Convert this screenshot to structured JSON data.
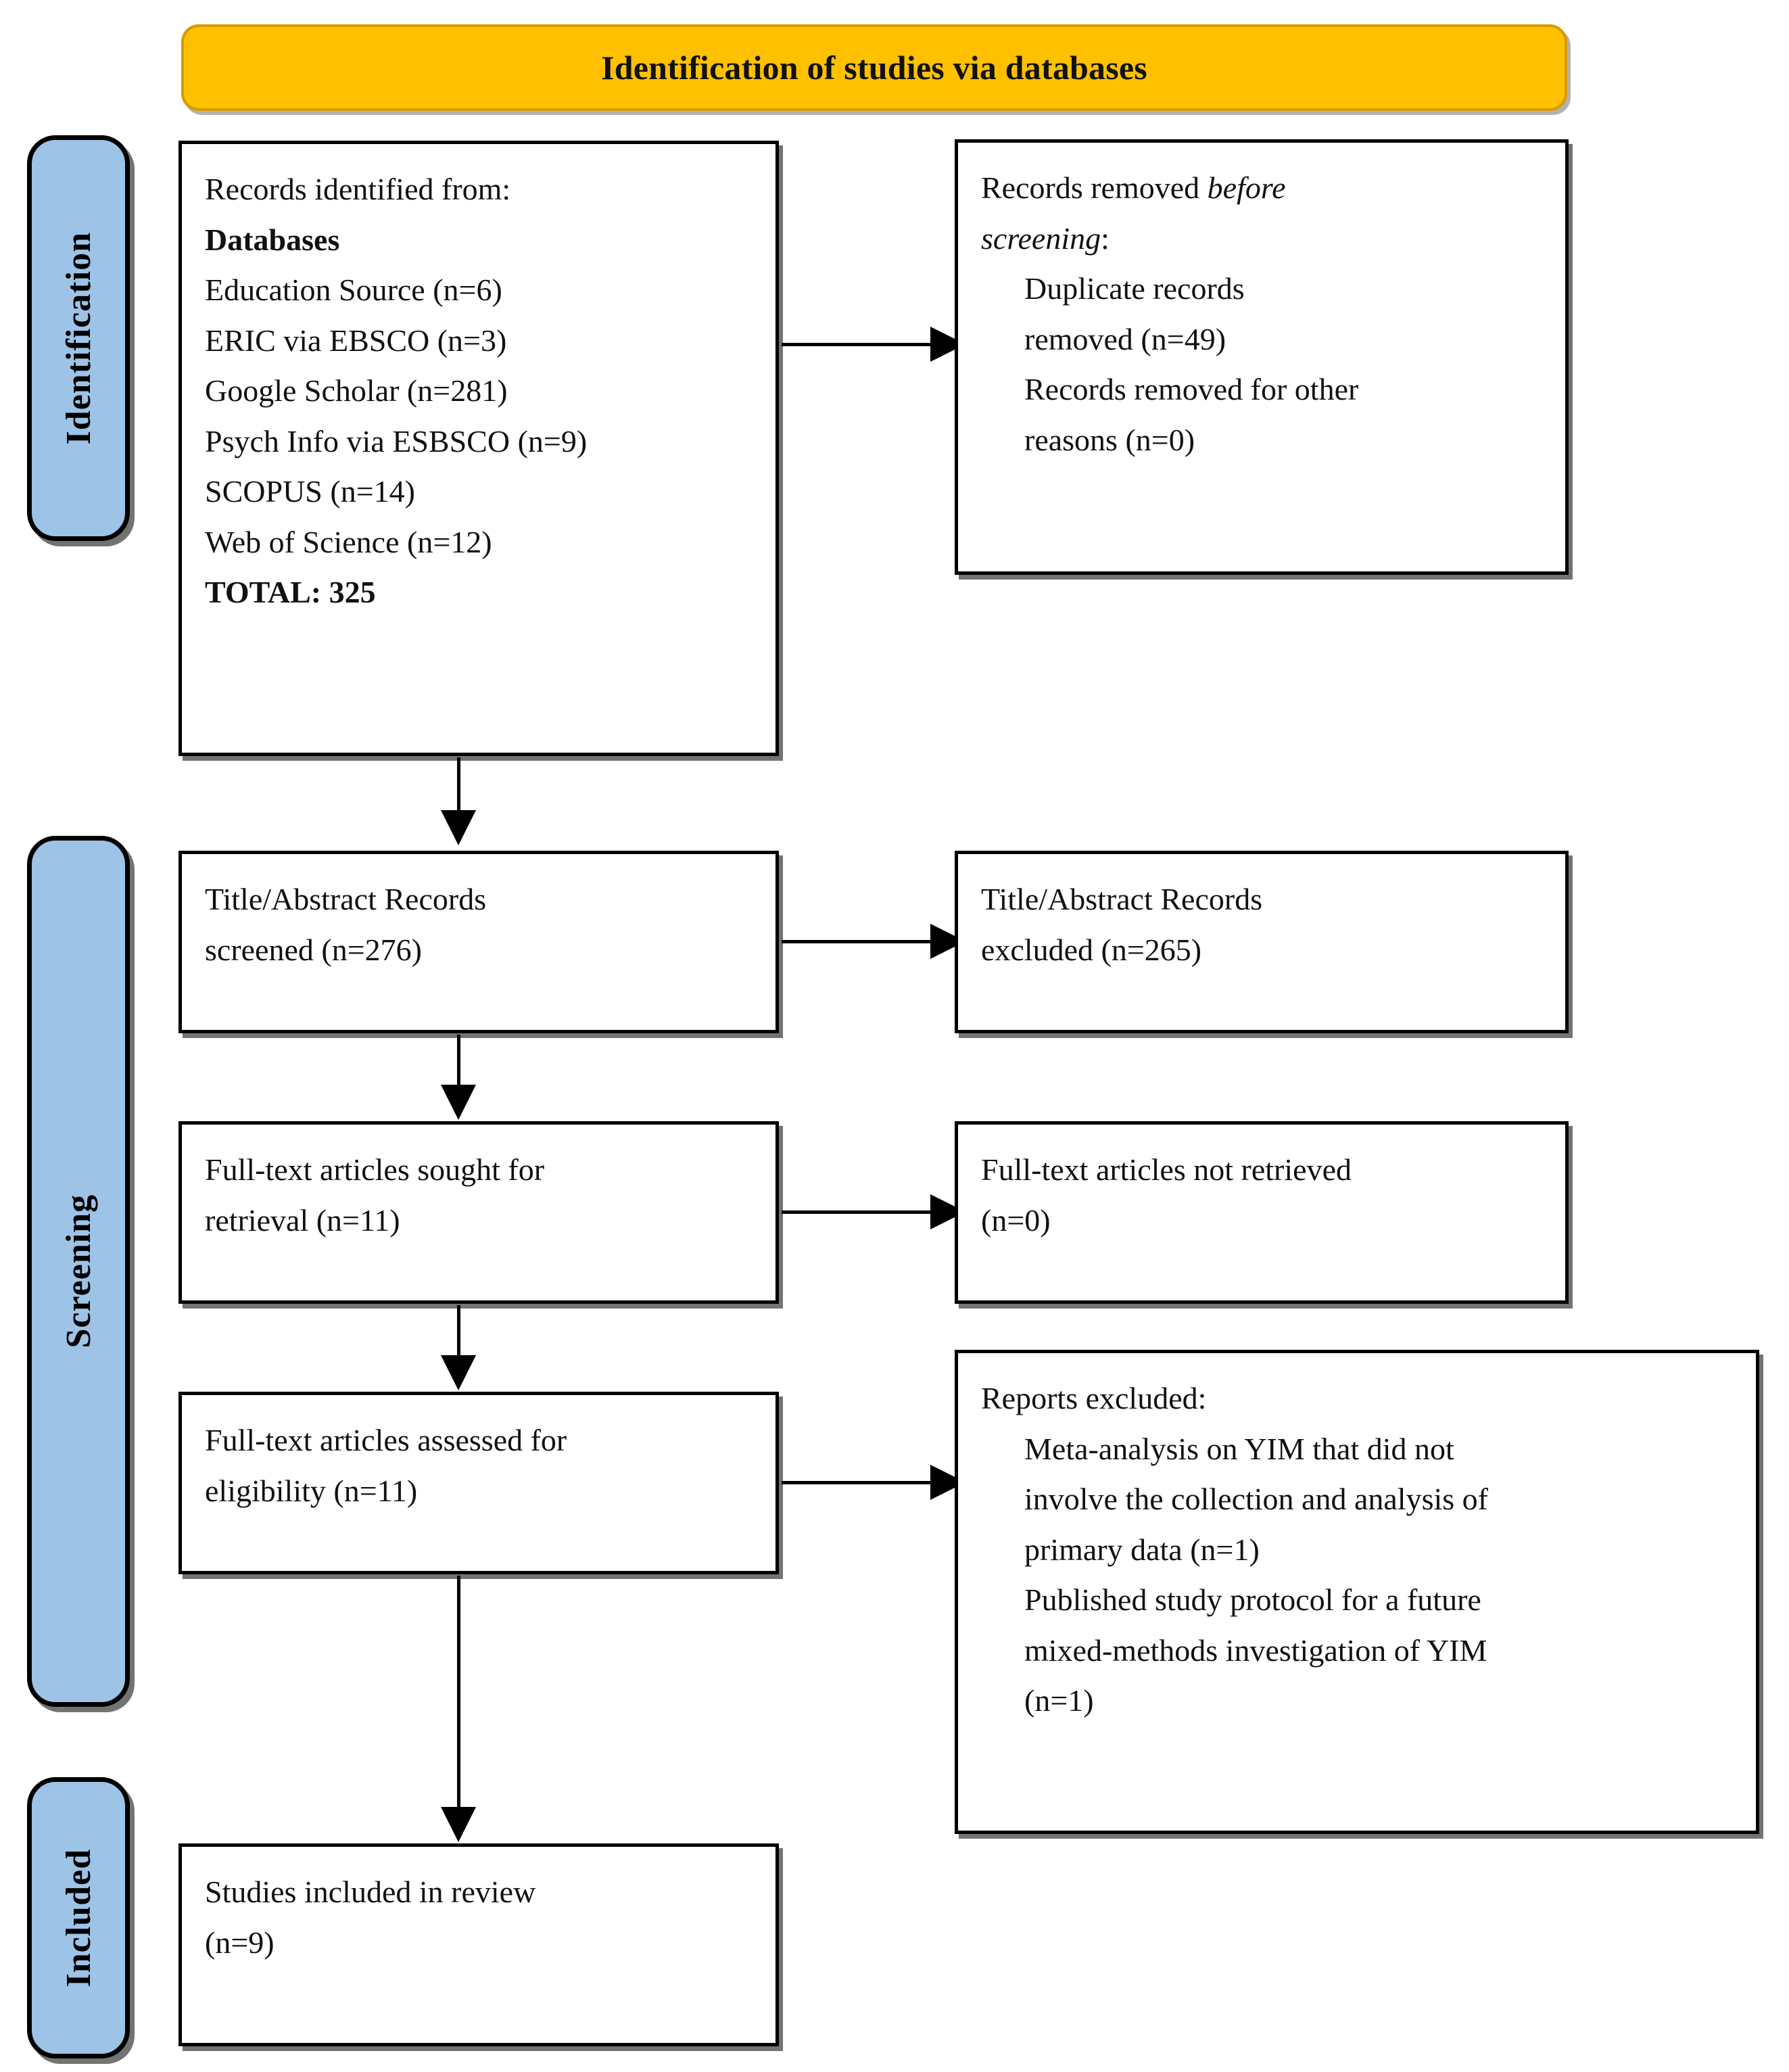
{
  "banner": {
    "title": "Identification of studies via databases"
  },
  "rails": [
    {
      "label": "Identification"
    },
    {
      "label": "Screening"
    },
    {
      "label": "Included"
    }
  ],
  "boxes": {
    "identified": {
      "lines": [
        {
          "text": "Records identified from:",
          "style": "normal"
        },
        {
          "text": "Databases",
          "style": "bold"
        },
        {
          "text": "Education Source (n=6)",
          "style": "normal"
        },
        {
          "text": "ERIC via EBSCO (n=3)",
          "style": "normal"
        },
        {
          "text": "Google Scholar (n=281)",
          "style": "normal"
        },
        {
          "text": "Psych Info via ESBSCO (n=9)",
          "style": "normal"
        },
        {
          "text": "SCOPUS (n=14)",
          "style": "normal"
        },
        {
          "text": "Web of Science (n=12)",
          "style": "normal"
        },
        {
          "text": "TOTAL: 325",
          "style": "bold"
        }
      ]
    },
    "removed_before_screening": {
      "lines": [
        {
          "text": "Records removed ",
          "style": "normal",
          "tail_italic": "before"
        },
        {
          "text": "screening:",
          "style": "italic-head",
          "italic_part": "screening",
          "tail": ":"
        },
        {
          "text": "Duplicate records",
          "style": "indent"
        },
        {
          "text": "removed (n=49)",
          "style": "indent"
        },
        {
          "text": "Records removed for other",
          "style": "indent"
        },
        {
          "text": "reasons (n=0)",
          "style": "indent"
        }
      ]
    },
    "title_abstract_screened": {
      "lines": [
        {
          "text": "Title/Abstract Records",
          "style": "normal"
        },
        {
          "text": "screened (n=276)",
          "style": "normal"
        }
      ]
    },
    "title_abstract_excluded": {
      "lines": [
        {
          "text": "Title/Abstract Records",
          "style": "normal"
        },
        {
          "text": "excluded (n=265)",
          "style": "normal"
        }
      ]
    },
    "fulltext_sought": {
      "lines": [
        {
          "text": "Full-text articles sought for",
          "style": "normal"
        },
        {
          "text": "retrieval (n=11)",
          "style": "normal"
        }
      ]
    },
    "fulltext_not_retrieved": {
      "lines": [
        {
          "text": "Full-text articles not retrieved",
          "style": "normal"
        },
        {
          "text": "(n=0)",
          "style": "normal"
        }
      ]
    },
    "fulltext_assessed": {
      "lines": [
        {
          "text": "Full-text articles assessed for",
          "style": "normal"
        },
        {
          "text": "eligibility (n=11)",
          "style": "normal"
        }
      ]
    },
    "reports_excluded": {
      "lines": [
        {
          "text": "Reports excluded:",
          "style": "normal"
        },
        {
          "text": "Meta-analysis on YIM that did not",
          "style": "indent"
        },
        {
          "text": "involve the collection and analysis of",
          "style": "indent"
        },
        {
          "text": "primary data (n=1)",
          "style": "indent"
        },
        {
          "text": "Published study protocol for a future",
          "style": "indent"
        },
        {
          "text": "mixed-methods investigation of YIM",
          "style": "indent"
        },
        {
          "text": "(n=1)",
          "style": "indent"
        }
      ]
    },
    "studies_included": {
      "lines": [
        {
          "text": "Studies included in review",
          "style": "normal"
        },
        {
          "text": "(n=9)",
          "style": "normal"
        }
      ]
    }
  },
  "colors": {
    "banner_fill": "#FFC000",
    "rail_fill": "#9DC3E6",
    "box_fill": "#FFFFFF",
    "stroke": "#000000"
  }
}
